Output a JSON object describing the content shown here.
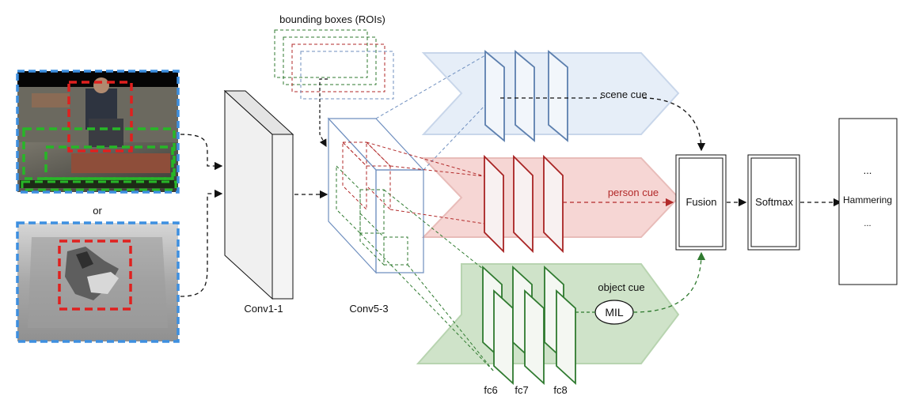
{
  "labels": {
    "or": "or",
    "bounding_boxes": "bounding boxes (ROIs)",
    "conv1": "Conv1-1",
    "conv5": "Conv5-3",
    "scene_cue": "scene cue",
    "person_cue": "person cue",
    "object_cue": "object cue",
    "mil": "MIL",
    "fusion": "Fusion",
    "softmax": "Softmax",
    "fc6": "fc6",
    "fc7": "fc7",
    "fc8": "fc8",
    "output_top": "...",
    "output_class": "Hammering",
    "output_bottom": "..."
  },
  "colors": {
    "scene": "#6f8fbf",
    "scene_band": "#e6eef8",
    "person": "#b22a2a",
    "person_band": "#f6d6d4",
    "object": "#2f7a2f",
    "object_band": "#cfe3c9",
    "image_border": "#3d8fe0",
    "roi_red": "#e0201e",
    "roi_green": "#27b727"
  }
}
